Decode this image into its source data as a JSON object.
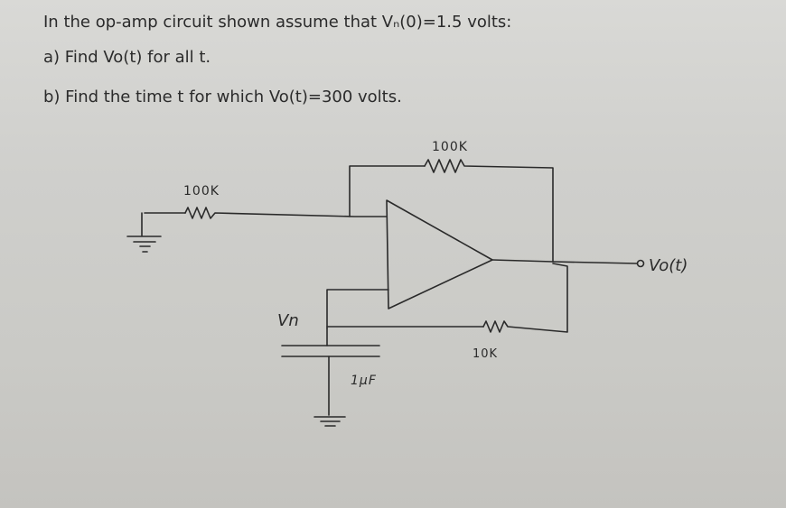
{
  "problem": {
    "intro": "In the op-amp circuit shown assume that Vₙ(0)=1.5 volts:",
    "part_a": "a) Find Vo(t) for all t.",
    "part_b": "b) Find the time t for which Vo(t)=300 volts."
  },
  "circuit": {
    "r_feedback_label": "100K",
    "r_input_label": "100K",
    "r_lower_label": "10K",
    "capacitor_label": "1μF",
    "vn_label": "Vn",
    "output_label": "Vo(t)"
  }
}
